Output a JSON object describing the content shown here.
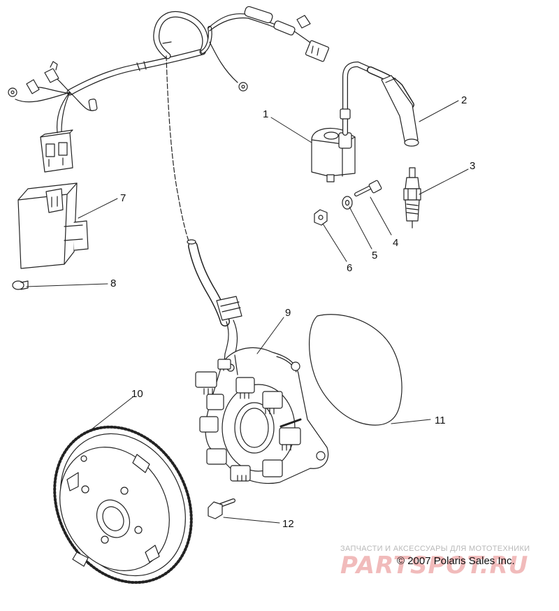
{
  "callouts": [
    "1",
    "2",
    "3",
    "4",
    "5",
    "6",
    "7",
    "8",
    "9",
    "10",
    "11",
    "12"
  ],
  "watermark": {
    "top_text": "ЗАПЧАСТИ И АКСЕССУАРЫ ДЛЯ МОТОТЕХНИКИ",
    "logo_text": "PARTSPOT.RU",
    "copyright": "© 2007 Polaris Sales Inc."
  },
  "colors": {
    "line": "#222222",
    "label": "#111111",
    "watermark_logo": "#f0b4b4",
    "watermark_text": "#b9b9b9"
  }
}
